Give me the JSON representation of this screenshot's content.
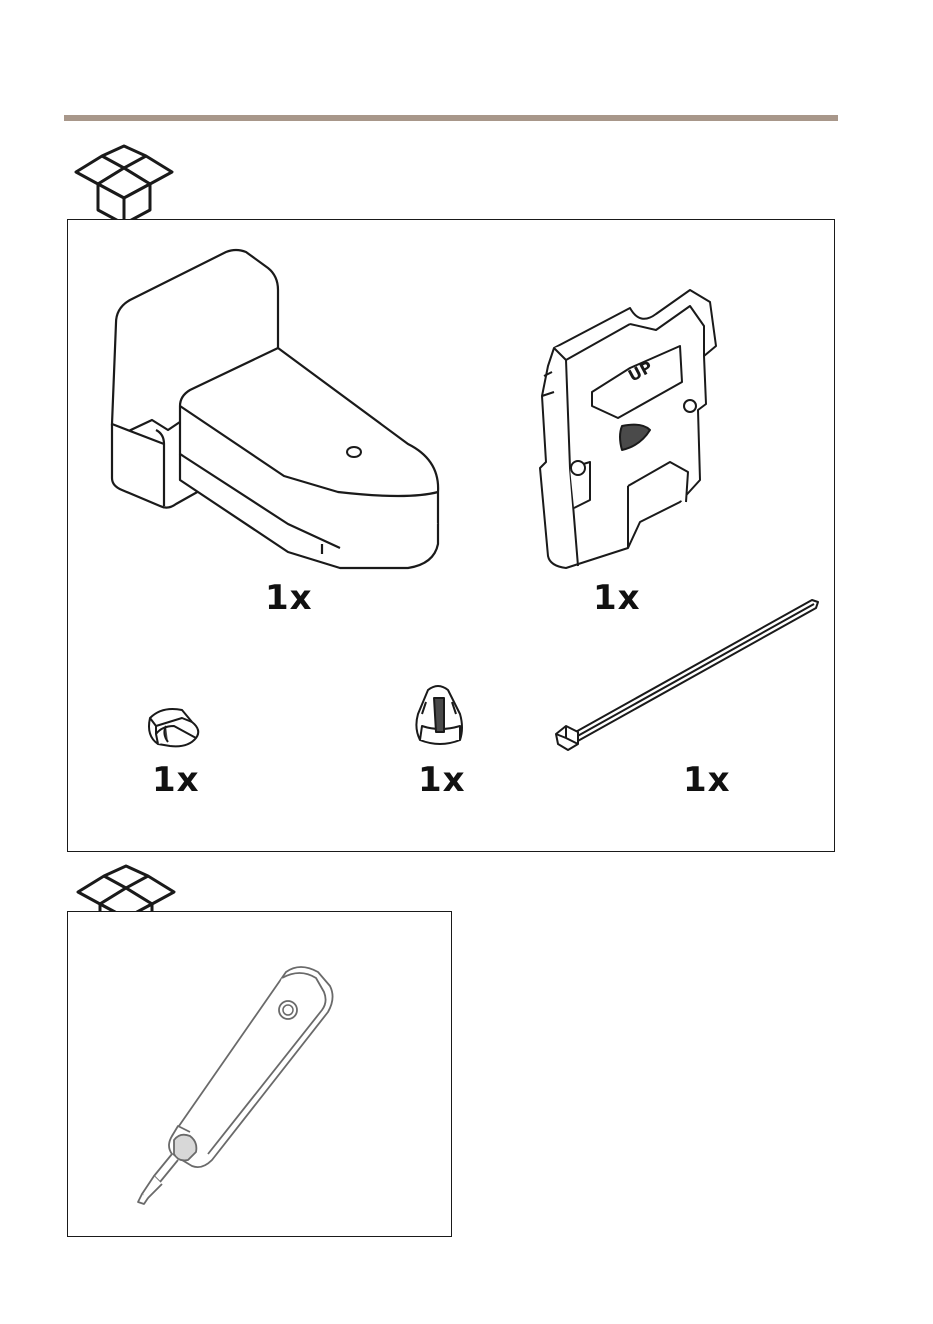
{
  "colors": {
    "rule": "#a8978a",
    "line": "#1a1a1a",
    "fill_dark": "#4a4a4a"
  },
  "included_section": {
    "icon": "open-box-icon",
    "items": [
      {
        "name": "wall-mount-bracket",
        "quantity": "1x"
      },
      {
        "name": "mounting-plate",
        "quantity": "1x"
      },
      {
        "name": "cable-clip",
        "quantity": "1x"
      },
      {
        "name": "conduit-cap",
        "quantity": "1x"
      },
      {
        "name": "cable-tie",
        "quantity": "1x"
      }
    ]
  },
  "not_included_section": {
    "icon": "open-box-crossed-icon",
    "items": [
      {
        "name": "punch-down-tool"
      }
    ]
  }
}
